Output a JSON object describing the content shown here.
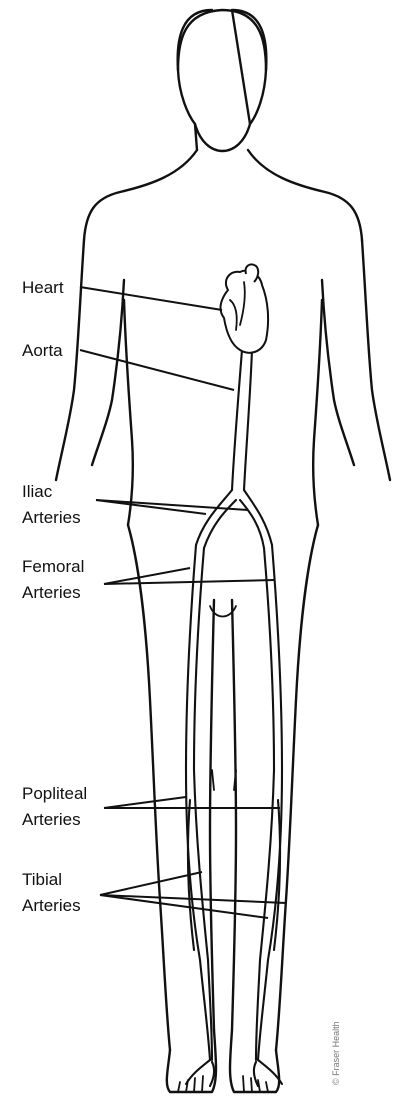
{
  "labels": {
    "heart": "Heart",
    "aorta": "Aorta",
    "iliac_line1": "Iliac",
    "iliac_line2": "Arteries",
    "femoral_line1": "Femoral",
    "femoral_line2": "Arteries",
    "popliteal_line1": "Popliteal",
    "popliteal_line2": "Arteries",
    "tibial_line1": "Tibial",
    "tibial_line2": "Arteries"
  },
  "credit": "© Fraser Health"
}
